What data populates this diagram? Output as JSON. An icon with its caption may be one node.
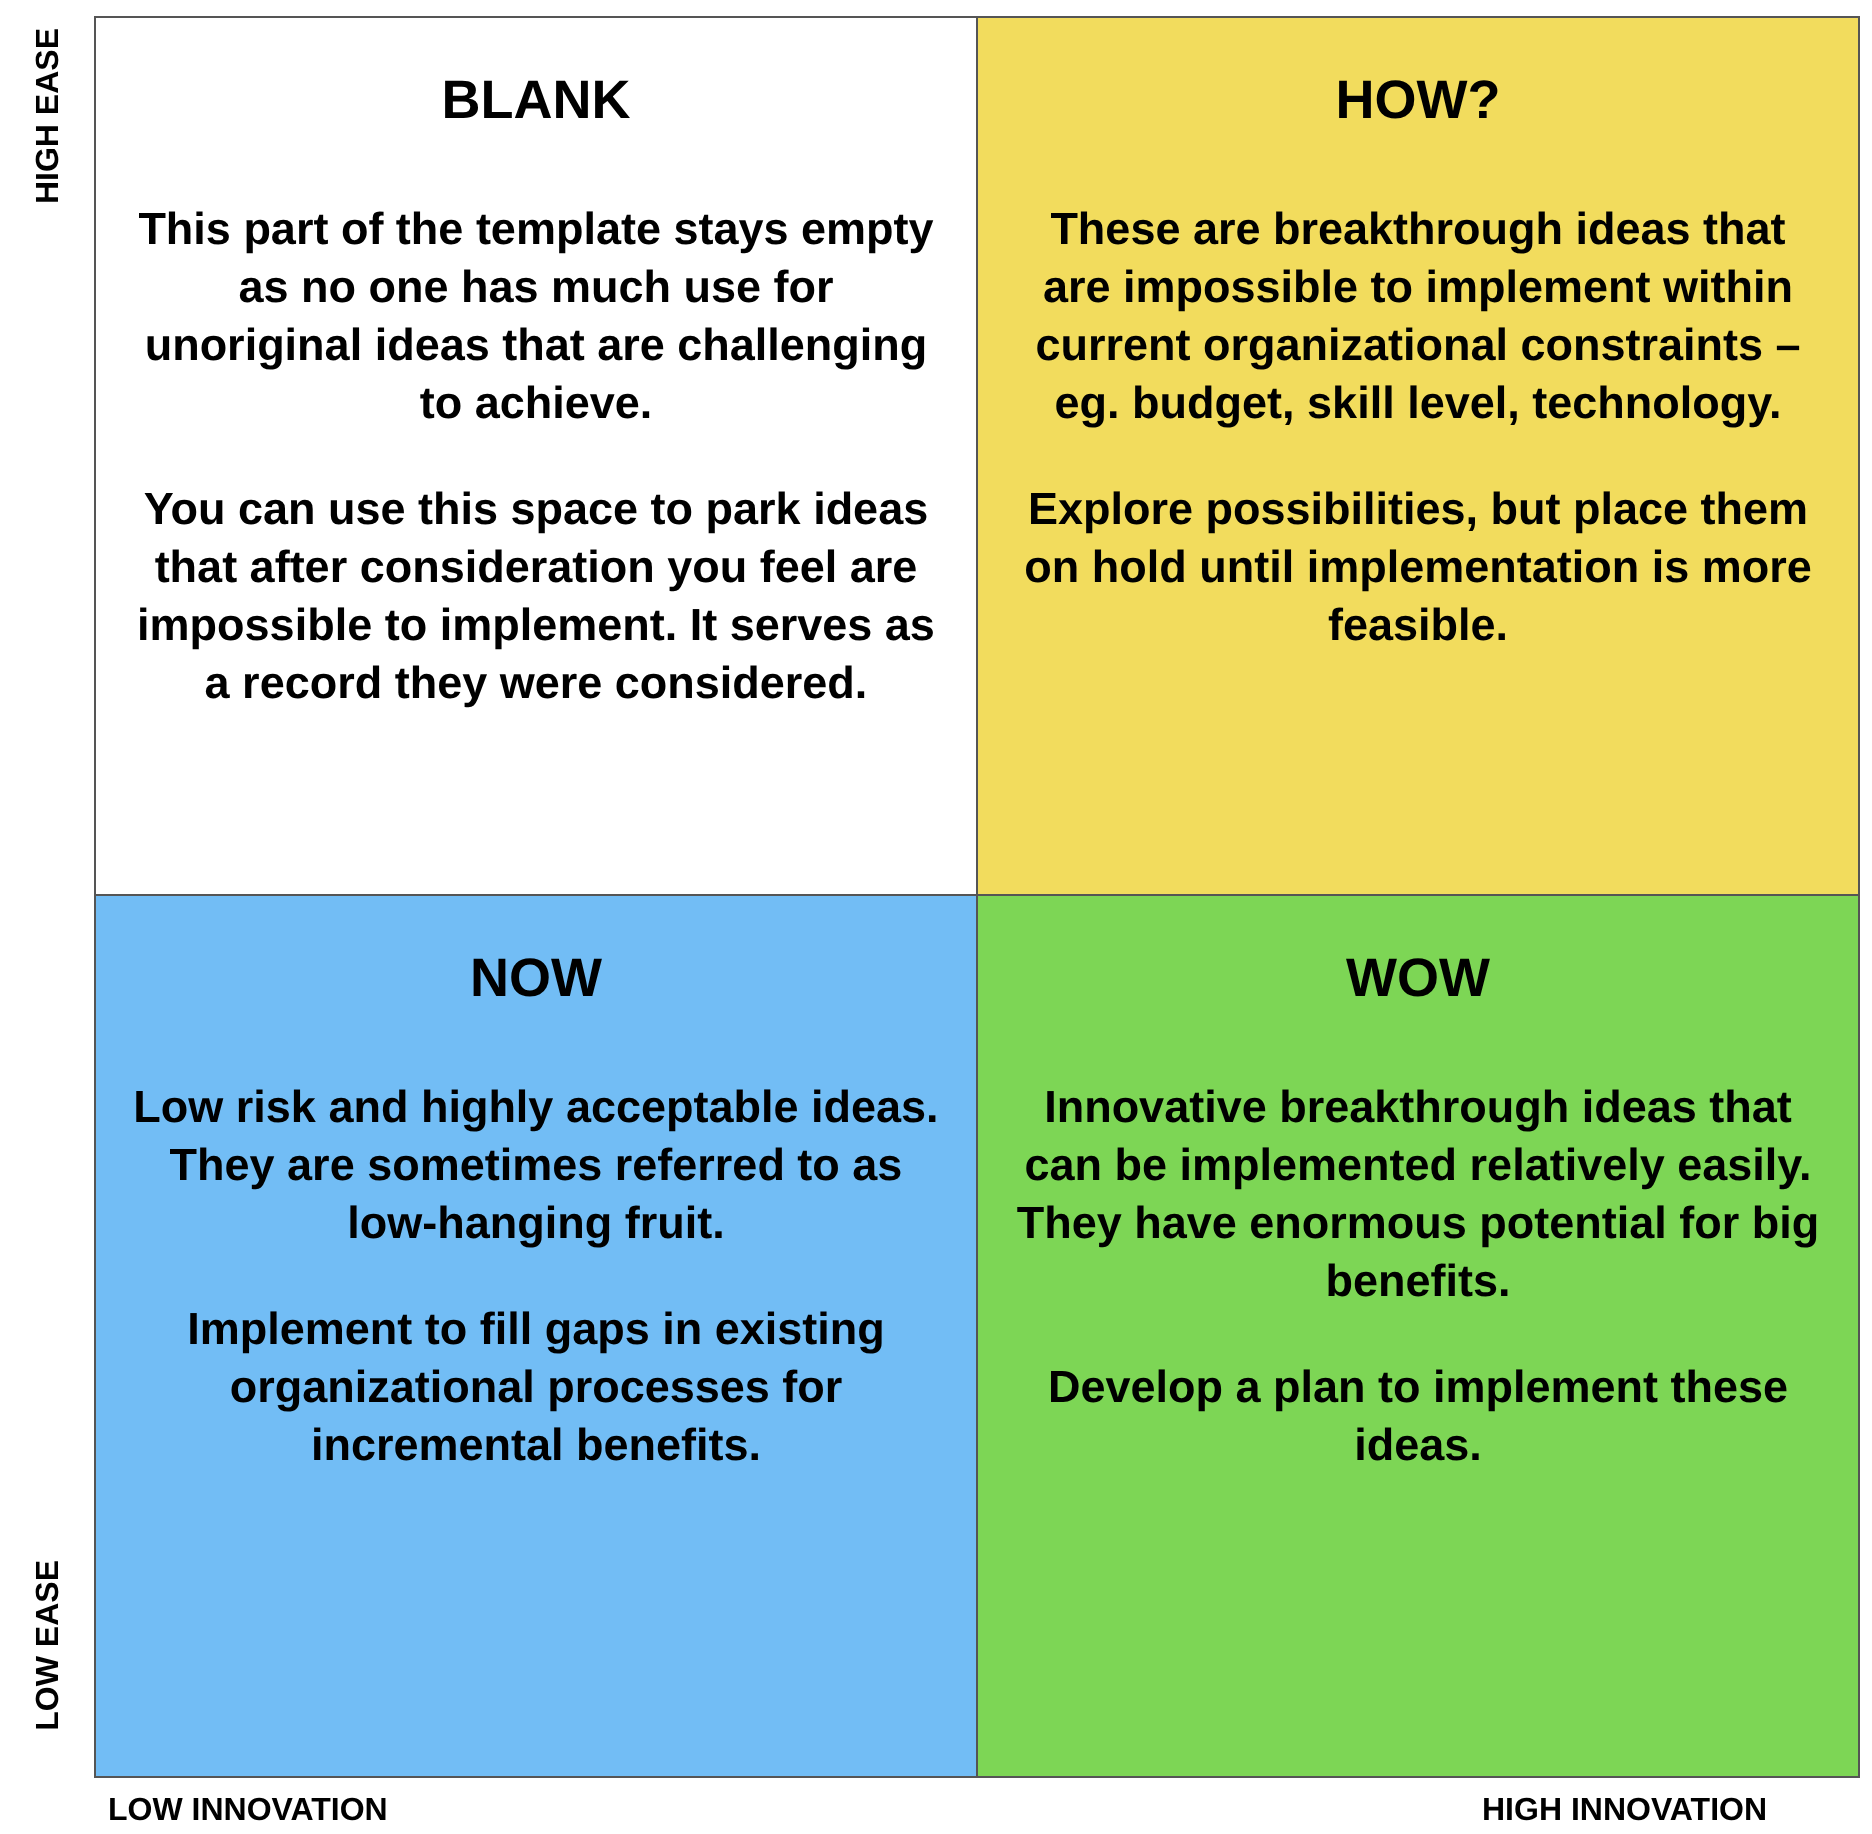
{
  "diagram": {
    "nodes": [
      {
        "text": [
          "BLANK",
          "This part of the template stays empty as no one has much use for unoriginal ideas that are challenging to achieve.",
          "You can use this space to park ideas that after consideration you feel are impossible to implement. It serves as a record they were considered."
        ]
      },
      {
        "text": [
          "HOW?",
          "These are breakthrough ideas that are impossible to implement within current organizational constraints – eg. budget, skill level, technology.",
          "Explore possibilities, but place them on hold until implementation is more feasible."
        ]
      },
      {
        "text": [
          "NOW",
          "Low risk and highly acceptable ideas. They are sometimes referred to as low-hanging fruit.",
          "Implement to fill gaps in existing organizational processes for incremental benefits."
        ]
      },
      {
        "text": [
          "WOW",
          "Innovative breakthrough ideas that can be implemented relatively easily. They have enormous potential for big benefits.",
          "Develop a plan to implement these ideas."
        ]
      }
    ],
    "labels": [
      "HIGH EASE",
      "LOW EASE",
      "LOW INNOVATION",
      "HIGH INNOVATION"
    ]
  }
}
